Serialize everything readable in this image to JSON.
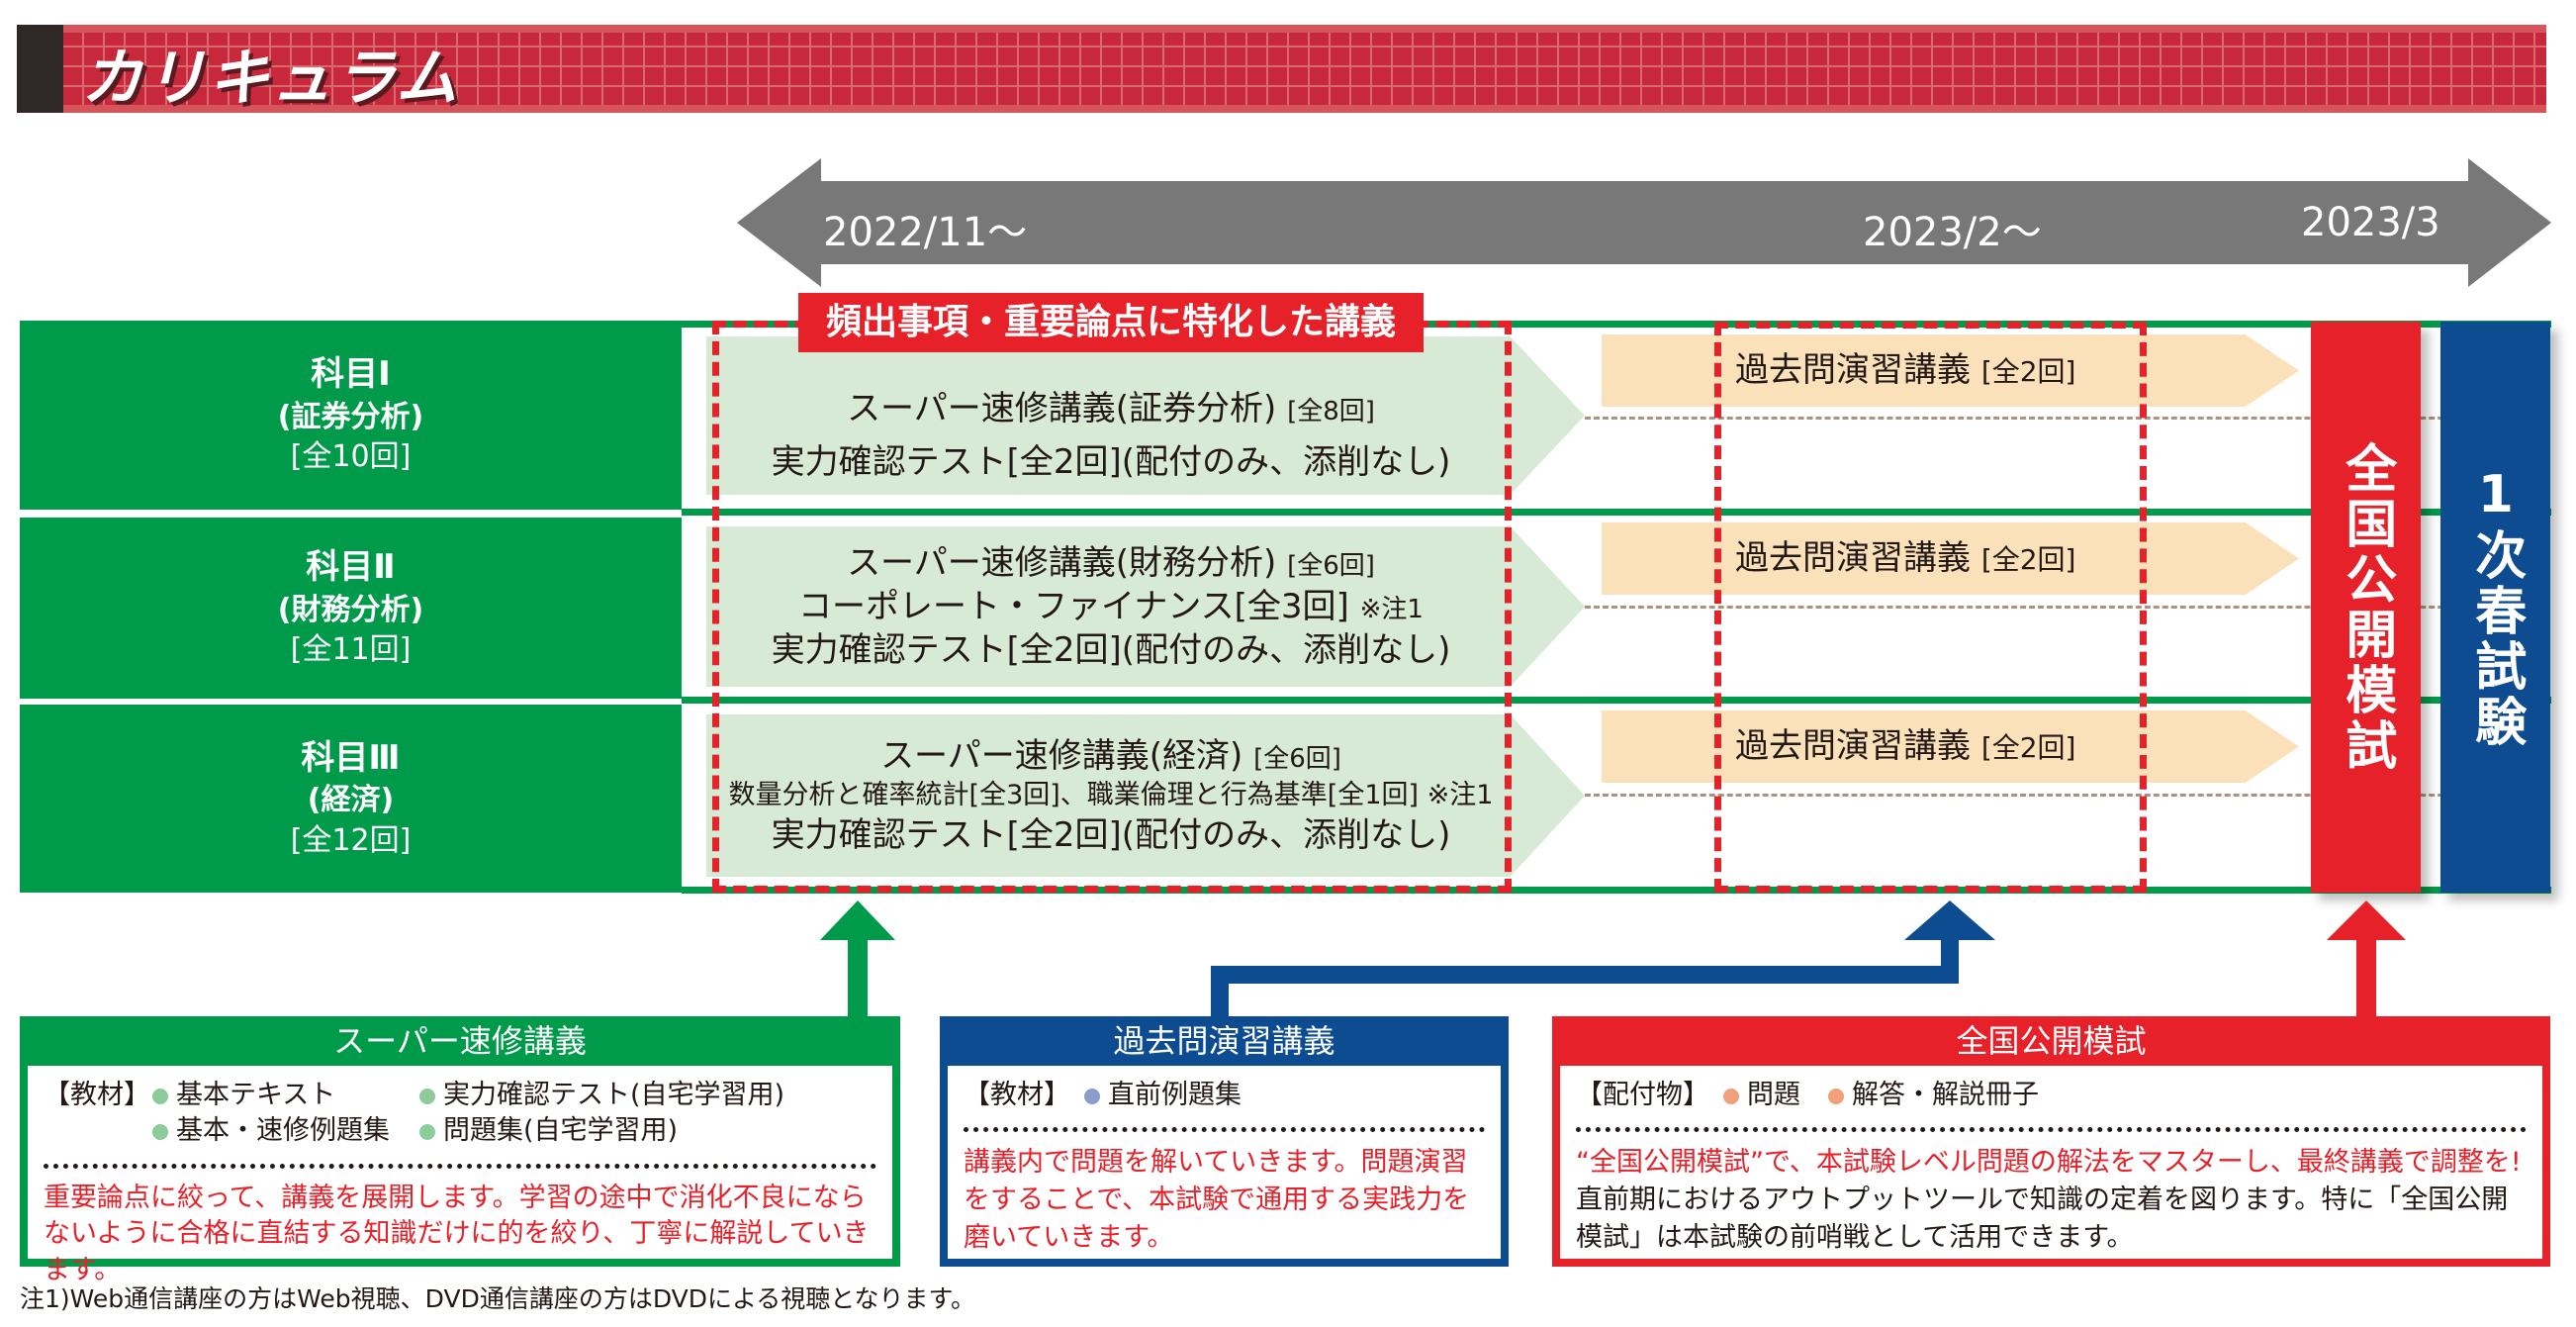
{
  "header": {
    "title": "カリキュラム"
  },
  "timeline": {
    "dates": [
      "2022/11～",
      "2023/2～",
      "2023/3"
    ]
  },
  "highlight_label": "頻出事項・重要論点に特化した講義",
  "rows": [
    {
      "subject": "科目Ⅰ",
      "name": "(証券分析)",
      "count": "[全10回]",
      "lectures": [
        {
          "text": "スーパー速修講義(証券分析)",
          "sub": "[全8回]"
        },
        {
          "text": "実力確認テスト[全2回](配付のみ、添削なし)",
          "sub": ""
        }
      ],
      "past": {
        "text": "過去問演習講義",
        "sub": "[全2回]"
      }
    },
    {
      "subject": "科目Ⅱ",
      "name": "(財務分析)",
      "count": "[全11回]",
      "lectures": [
        {
          "text": "スーパー速修講義(財務分析)",
          "sub": "[全6回]"
        },
        {
          "text": "コーポレート・ファイナンス[全3回]",
          "sub": "※注1"
        },
        {
          "text": "実力確認テスト[全2回](配付のみ、添削なし)",
          "sub": ""
        }
      ],
      "past": {
        "text": "過去問演習講義",
        "sub": "[全2回]"
      }
    },
    {
      "subject": "科目Ⅲ",
      "name": "(経済)",
      "count": "[全12回]",
      "lectures": [
        {
          "text": "スーパー速修講義(経済)",
          "sub": "[全6回]"
        },
        {
          "text": "数量分析と確率統計[全3回]、職業倫理と行為基準[全1回]",
          "sub": "※注1"
        },
        {
          "text": "実力確認テスト[全2回](配付のみ、添削なし)",
          "sub": ""
        }
      ],
      "past": {
        "text": "過去問演習講義",
        "sub": "[全2回]"
      }
    }
  ],
  "mock_exam_bar": "全国公開模試",
  "exam_bar": "1次春試験",
  "boxes": {
    "super": {
      "title": "スーパー速修講義",
      "label": "【教材】",
      "items": [
        "基本テキスト",
        "実力確認テスト(自宅学習用)",
        "基本・速修例題集",
        "問題集(自宅学習用)"
      ],
      "desc": "重要論点に絞って、講義を展開します。学習の途中で消化不良にならないように合格に直結する知識だけに的を絞り、丁寧に解説していきます。"
    },
    "past": {
      "title": "過去問演習講義",
      "label": "【教材】",
      "items": [
        "直前例題集"
      ],
      "desc": "講義内で問題を解いていきます。問題演習をすることで、本試験で通用する実践力を磨いていきます。"
    },
    "mock": {
      "title": "全国公開模試",
      "label": "【配付物】",
      "items": [
        "問題",
        "解答・解説冊子"
      ],
      "desc_red": "“全国公開模試”で、本試験レベル問題の解法をマスターし、最終講義で調整を!",
      "desc": "直前期におけるアウトプットツールで知識の定着を図ります。特に「全国公開模試」は本試験の前哨戦として活用できます。"
    }
  },
  "footnote": "注1)Web通信講座の方はWeb視聴、DVD通信講座の方はDVDによる視聴となります。",
  "colors": {
    "green": "#009a4b",
    "blue": "#0e4c92",
    "red": "#e62129",
    "gray": "#787878",
    "light_green": "#d7ead6",
    "orange": "#fae1ba"
  }
}
